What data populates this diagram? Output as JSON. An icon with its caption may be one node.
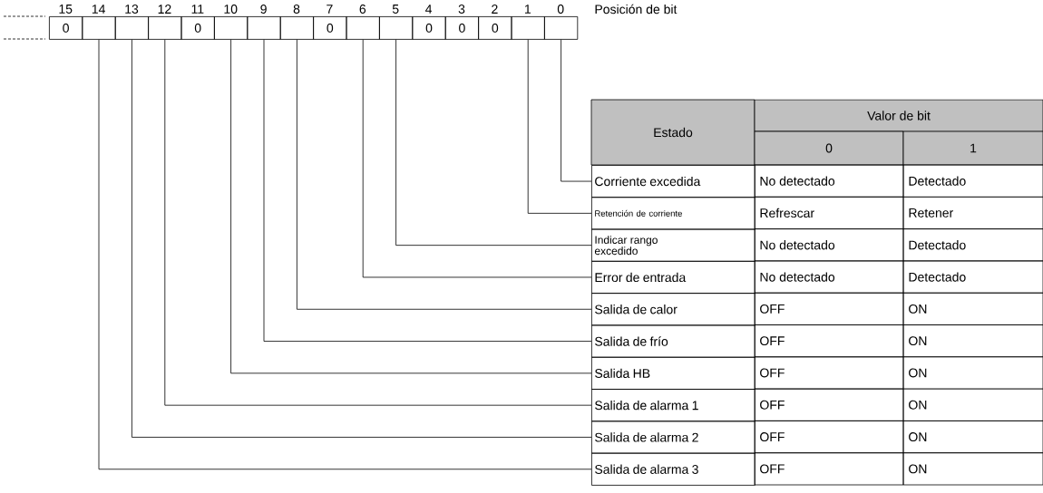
{
  "diagram": {
    "nodes": [
      {
        "text": [
          "0"
        ]
      },
      {
        "text": [],
        "shape": "box"
      },
      {
        "text": [],
        "shape": "box"
      },
      {
        "text": [],
        "shape": "box"
      },
      {
        "text": [
          "0"
        ]
      },
      {
        "text": [],
        "shape": "box"
      },
      {
        "text": [],
        "shape": "box"
      },
      {
        "text": [],
        "shape": "box"
      },
      {
        "text": [
          "0"
        ]
      },
      {
        "text": [],
        "shape": "box"
      },
      {
        "text": [],
        "shape": "box"
      },
      {
        "text": [
          "0"
        ]
      },
      {
        "text": [
          "0"
        ]
      },
      {
        "text": [
          "0"
        ]
      },
      {
        "text": [],
        "shape": "box"
      },
      {
        "text": [],
        "shape": "box"
      },
      {
        "text": [
          "Corriente excedida"
        ]
      },
      {
        "text": [
          "Retención de corriente"
        ]
      },
      {
        "text": [
          "Indicar rango excedido"
        ]
      },
      {
        "text": [
          "Error de entrada"
        ]
      },
      {
        "text": [
          "Salida de calor"
        ]
      },
      {
        "text": [
          "Salida de frío"
        ]
      },
      {
        "text": [
          "Salida HB"
        ]
      },
      {
        "text": [
          "Salida de alarma 1"
        ]
      },
      {
        "text": [
          "Salida de alarma 2"
        ]
      },
      {
        "text": [
          "Salida de alarma 3"
        ]
      }
    ],
    "edges": [
      {
        "from": 15,
        "to": 16,
        "arrow": "none"
      },
      {
        "from": 14,
        "to": 17,
        "arrow": "none"
      },
      {
        "from": 10,
        "to": 18,
        "arrow": "none"
      },
      {
        "from": 9,
        "to": 19,
        "arrow": "none"
      },
      {
        "from": 7,
        "to": 20,
        "arrow": "none"
      },
      {
        "from": 6,
        "to": 21,
        "arrow": "none"
      },
      {
        "from": 5,
        "to": 22,
        "arrow": "none"
      },
      {
        "from": 3,
        "to": 23,
        "arrow": "none"
      },
      {
        "from": 2,
        "to": 24,
        "arrow": "none"
      },
      {
        "from": 1,
        "to": 25,
        "arrow": "none"
      }
    ],
    "labels": [
      "15",
      "14",
      "13",
      "12",
      "11",
      "10",
      "9",
      "8",
      "7",
      "6",
      "5",
      "4",
      "3",
      "2",
      "1",
      "0",
      "Posición de bit",
      "Estado",
      "Valor de bit",
      "0",
      "1",
      "No detectado",
      "Detectado",
      "Refrescar",
      "Retener",
      "No detectado",
      "Detectado",
      "No detectado",
      "Detectado",
      "OFF",
      "ON",
      "OFF",
      "ON",
      "OFF",
      "ON",
      "OFF",
      "ON",
      "OFF",
      "ON",
      "OFF",
      "ON"
    ]
  }
}
